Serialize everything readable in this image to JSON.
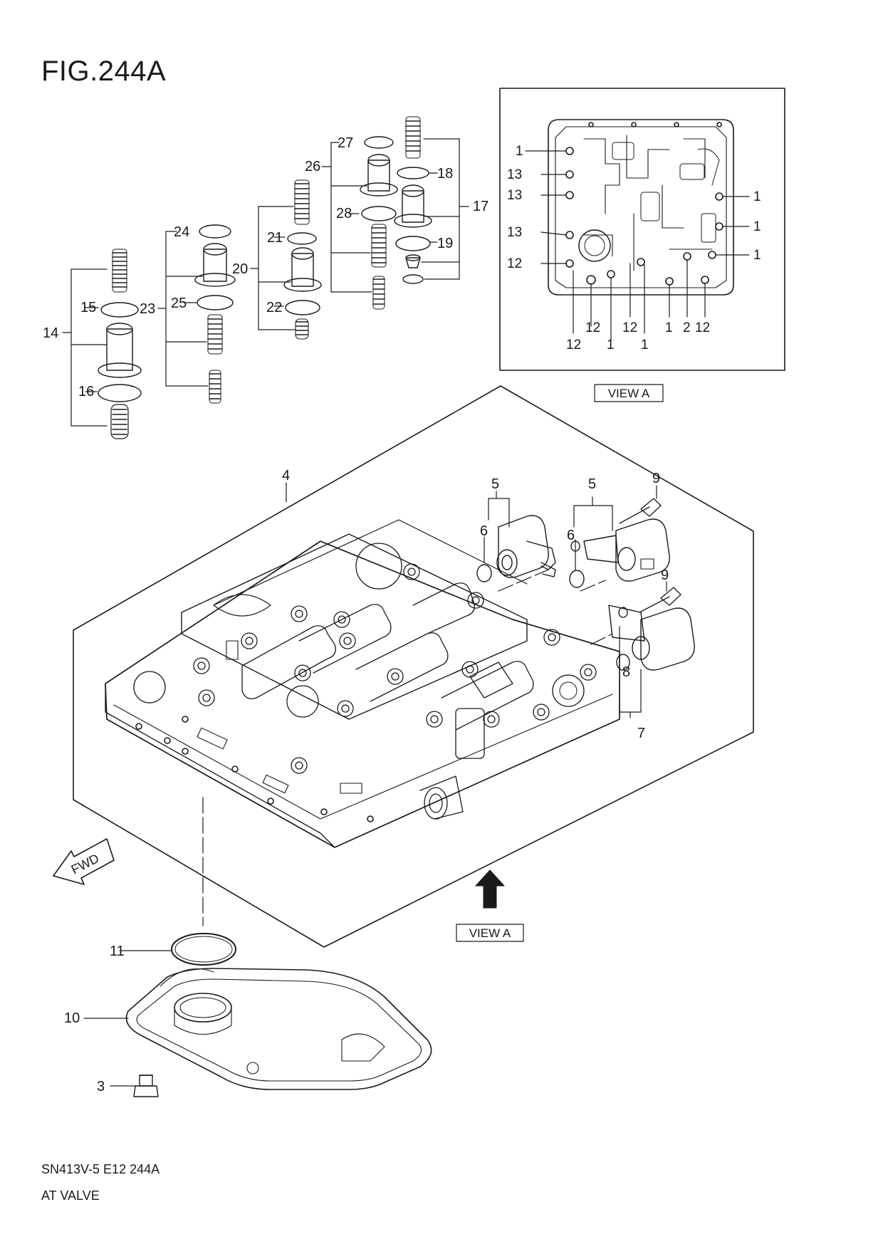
{
  "title": "FIG.244A",
  "footer": {
    "code": "SN413V-5 E12 244A",
    "name": "AT VALVE"
  },
  "view_label_inset": "VIEW A",
  "view_label_main": "VIEW A",
  "fwd_label": "FWD",
  "callouts": {
    "c1": "1",
    "c2": "2",
    "c3": "3",
    "c4": "4",
    "c5a": "5",
    "c5b": "5",
    "c6a": "6",
    "c6b": "6",
    "c7": "7",
    "c8": "8",
    "c9a": "9",
    "c9b": "9",
    "c10": "10",
    "c11": "11",
    "c14": "14",
    "c15": "15",
    "c16": "16",
    "c17": "17",
    "c18": "18",
    "c19": "19",
    "c20": "20",
    "c21": "21",
    "c22": "22",
    "c23": "23",
    "c24": "24",
    "c25": "25",
    "c26": "26",
    "c27": "27",
    "c28": "28"
  },
  "inset_callouts": {
    "l1": "1",
    "l2": "13",
    "l3": "13",
    "l4": "13",
    "l5": "12",
    "r1": "1",
    "r2": "1",
    "r3": "1",
    "b1": "12",
    "b2": "12",
    "b3": "12",
    "b4": "1",
    "b5": "1",
    "b6": "1",
    "b7": "2",
    "b8": "12"
  }
}
